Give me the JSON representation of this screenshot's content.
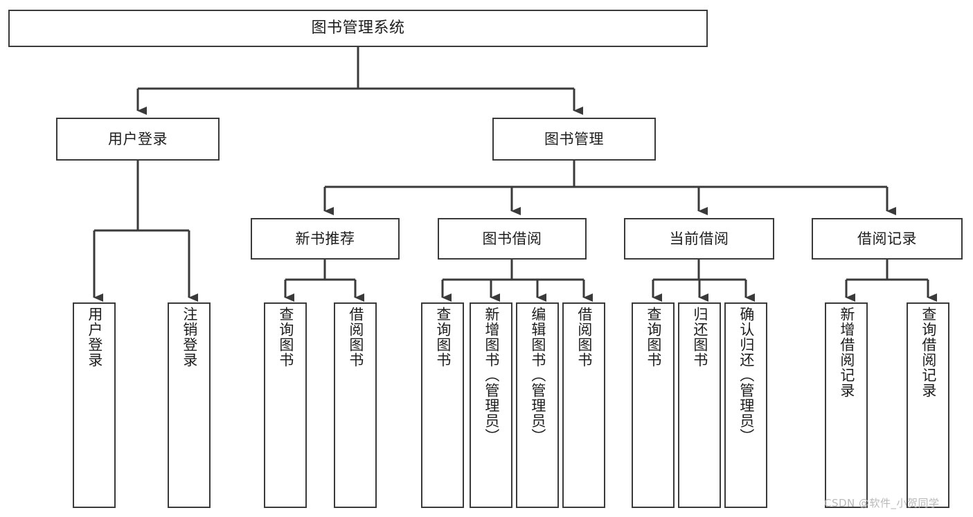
{
  "diagram": {
    "type": "tree",
    "title": "图书管理系统",
    "orientation": "top-down",
    "colors": {
      "box_border": "#3a3a3a",
      "box_fill": "#ffffff",
      "edge": "#3a3a3a",
      "text": "#1d1d1d",
      "watermark": "#b9b9b9",
      "background": "#ffffff"
    },
    "root": {
      "label": "图书管理系统"
    },
    "level2": [
      {
        "label": "用户登录"
      },
      {
        "label": "图书管理"
      }
    ],
    "level3": [
      {
        "label": "新书推荐"
      },
      {
        "label": "图书借阅"
      },
      {
        "label": "当前借阅"
      },
      {
        "label": "借阅记录"
      }
    ],
    "leaves": {
      "user_login": [
        {
          "label": "用户登录"
        },
        {
          "label": "注销登录"
        }
      ],
      "new_books": [
        {
          "label": "查询图书"
        },
        {
          "label": "借阅图书"
        }
      ],
      "book_borrow": [
        {
          "label": "查询图书"
        },
        {
          "label": "新增图书（管理员）"
        },
        {
          "label": "编辑图书（管理员）"
        },
        {
          "label": "借阅图书"
        }
      ],
      "current_borrow": [
        {
          "label": "查询图书"
        },
        {
          "label": "归还图书"
        },
        {
          "label": "确认归还（管理员）"
        }
      ],
      "borrow_record": [
        {
          "label": "新增借阅记录"
        },
        {
          "label": "查询借阅记录"
        }
      ]
    }
  },
  "watermark": {
    "text": "CSDN @软件_小贺同学"
  }
}
